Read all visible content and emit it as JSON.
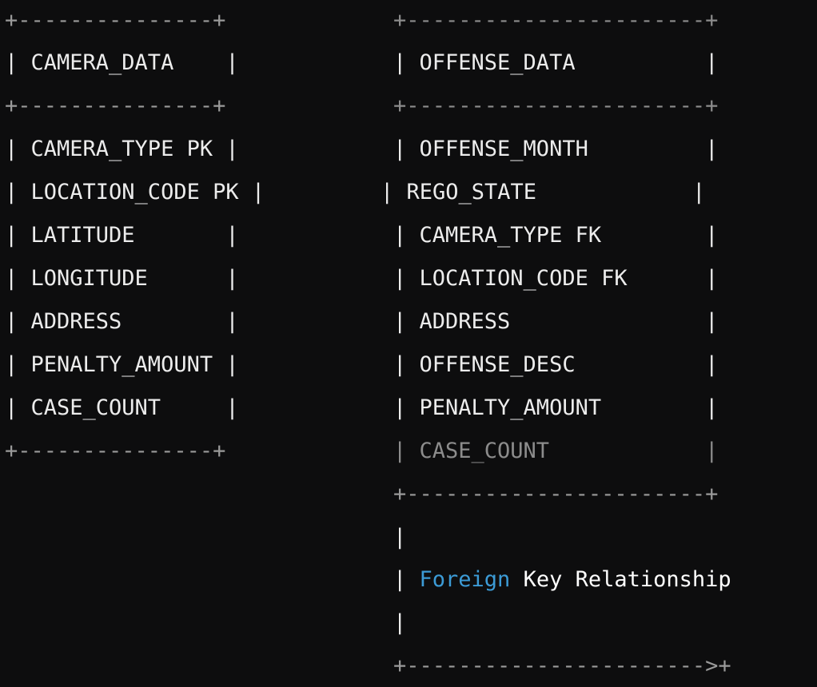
{
  "colors": {
    "background": "#0d0d0e",
    "text": "#ececec",
    "border": "#9a9a9a",
    "muted_text": "#8c8c8c",
    "keyword": "#3c9bd6"
  },
  "left_table": {
    "top_border": "+---------------+",
    "header": "| CAMERA_DATA    |",
    "header_border": "+---------------+",
    "rows": [
      "| CAMERA_TYPE PK |",
      "| LOCATION_CODE PK |",
      "| LATITUDE       |",
      "| LONGITUDE      |",
      "| ADDRESS        |",
      "| PENALTY_AMOUNT |",
      "| CASE_COUNT     |"
    ],
    "bottom_border": "+---------------+"
  },
  "right_table": {
    "top_border": "+-----------------------+",
    "header": "| OFFENSE_DATA          |",
    "header_border": "+-----------------------+",
    "rows": [
      "| OFFENSE_MONTH         |",
      "| REGO_STATE            |",
      "| CAMERA_TYPE FK        |",
      "| LOCATION_CODE FK      |",
      "| ADDRESS               |",
      "| OFFENSE_DESC          |",
      "| PENALTY_AMOUNT        |",
      "| CASE_COUNT            |"
    ],
    "bottom_border": "+-----------------------+"
  },
  "relationship": {
    "pipe_top": "|",
    "prefix": "| ",
    "keyword": "Foreign",
    "rest": " Key Relationship",
    "pipe_bottom": "|",
    "arrow": "+----------------------->+"
  }
}
